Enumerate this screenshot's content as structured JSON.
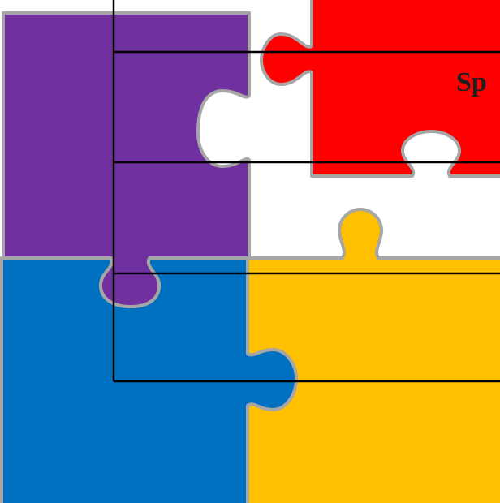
{
  "colors": {
    "purple": "#7030A0",
    "red": "#FF0000",
    "blue": "#0070C0",
    "yellow": "#FFC000",
    "outline": "#A6A6A6",
    "connector": "#000000",
    "label": "#1F1F1F"
  },
  "pieces": [
    {
      "id": "purple",
      "icon": "puzzle-piece-icon"
    },
    {
      "id": "red",
      "icon": "puzzle-piece-icon"
    },
    {
      "id": "blue",
      "icon": "puzzle-piece-icon"
    },
    {
      "id": "yellow",
      "icon": "puzzle-piece-icon"
    }
  ],
  "labels": {
    "red_piece_text": "Sp"
  }
}
